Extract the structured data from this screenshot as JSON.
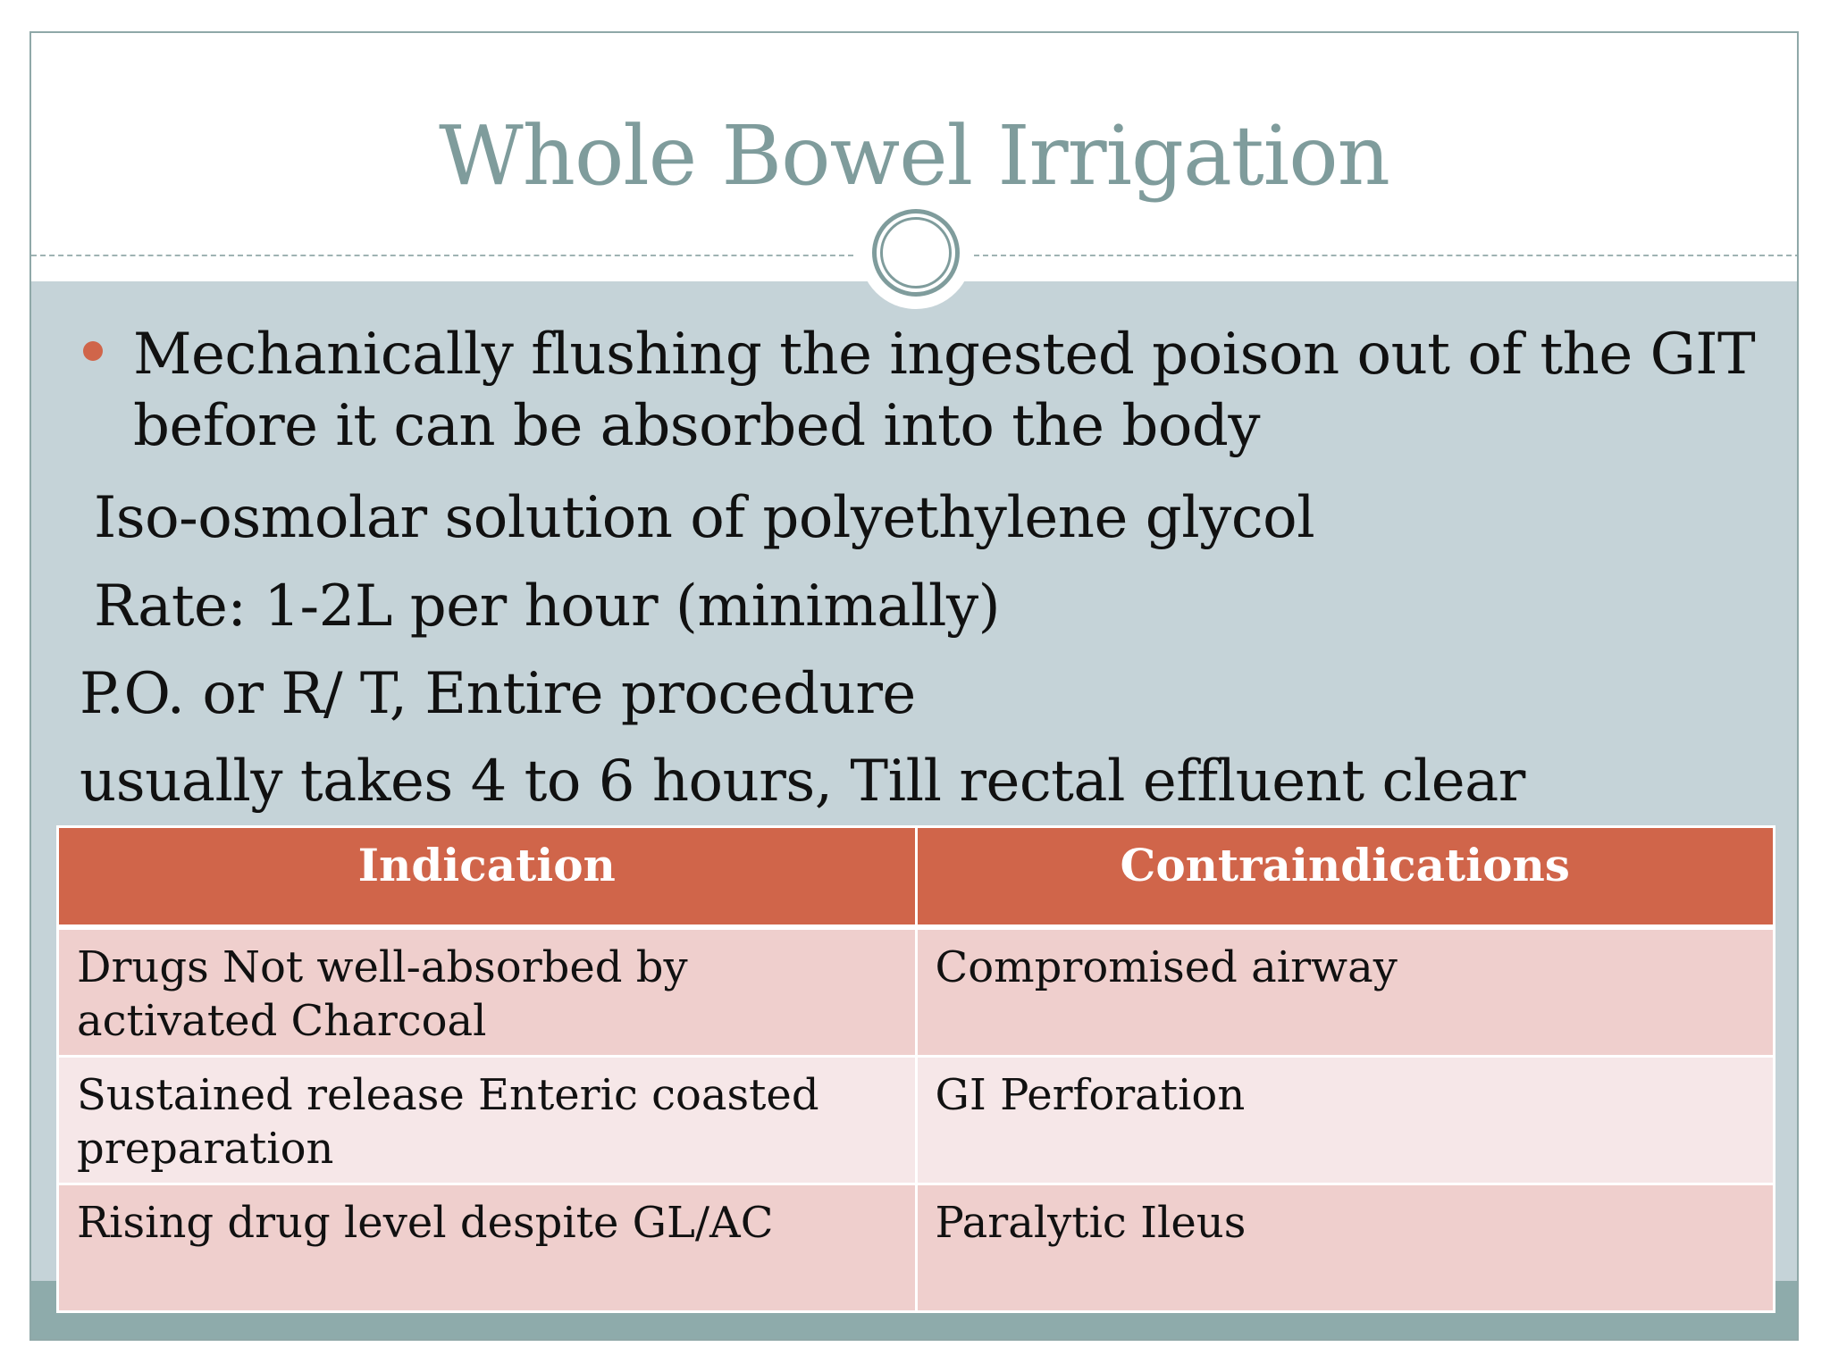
{
  "slide": {
    "title": "Whole Bowel Irrigation",
    "bullet": "Mechanically flushing the ingested poison out of the GIT before it can be absorbed into the body",
    "lines": [
      "Iso-osmolar solution of polyethylene glycol",
      "Rate: 1-2L per hour (minimally)",
      "P.O. or R/ T, Entire procedure",
      "usually takes 4 to 6 hours, Till rectal effluent clear"
    ]
  },
  "table": {
    "headers": [
      "Indication",
      "Contraindications"
    ],
    "rows": [
      [
        "Drugs Not well-absorbed by activated Charcoal",
        "Compromised airway"
      ],
      [
        "Sustained release Enteric coasted preparation",
        "GI Perforation"
      ],
      [
        "Rising drug level despite GL/AC",
        "Paralytic Ileus"
      ]
    ]
  },
  "colors": {
    "title": "#7f9c9c",
    "content_background": "#c5d3d8",
    "footer_band": "#8eabab",
    "accent": "#d0654a",
    "row_odd": "#efcfcd",
    "row_even": "#f6e7e8"
  }
}
